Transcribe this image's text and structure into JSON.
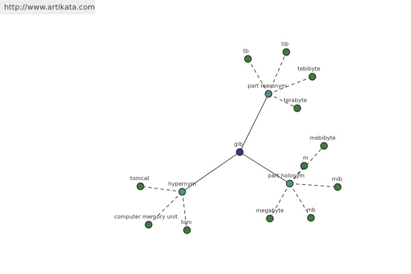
{
  "banner": {
    "url": "http://www.artikata.com"
  },
  "colors": {
    "center": "#3a3a7a",
    "relation": "#4f9090",
    "leaf": "#3f7a3f",
    "edge": "#333333"
  },
  "graph": {
    "center": {
      "id": "gib",
      "label": "gib"
    },
    "relations": [
      {
        "id": "part-meronym",
        "label": "part meronym"
      },
      {
        "id": "part-holonym",
        "label": "part holonym"
      },
      {
        "id": "hypernym",
        "label": "hypernym"
      }
    ],
    "leaves": [
      {
        "id": "tb",
        "label": "tb",
        "relation": "part-meronym"
      },
      {
        "id": "tib",
        "label": "tib",
        "relation": "part-meronym"
      },
      {
        "id": "tebibyte",
        "label": "tebibyte",
        "relation": "part-meronym"
      },
      {
        "id": "terabyte",
        "label": "terabyte",
        "relation": "part-meronym"
      },
      {
        "id": "mebibyte",
        "label": "mebibyte",
        "relation": "part-holonym"
      },
      {
        "id": "m",
        "label": "m",
        "relation": "part-holonym"
      },
      {
        "id": "mib",
        "label": "mib",
        "relation": "part-holonym"
      },
      {
        "id": "megabyte",
        "label": "megabyte",
        "relation": "part-holonym"
      },
      {
        "id": "mb",
        "label": "mb",
        "relation": "part-holonym"
      },
      {
        "id": "tomcat",
        "label": "tomcat",
        "relation": "hypernym"
      },
      {
        "id": "computer-memory-unit",
        "label": "computer memory unit",
        "relation": "hypernym"
      },
      {
        "id": "tom",
        "label": "tom",
        "relation": "hypernym"
      }
    ]
  }
}
